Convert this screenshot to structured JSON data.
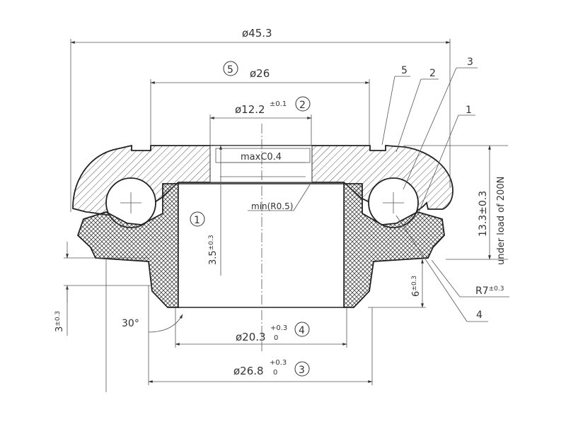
{
  "dimensions": {
    "outer_dia": "ø45.3",
    "bearing_dia": "ø26",
    "bore_dia": "ø12.2",
    "bore_tol": "±0.1",
    "chamfer": "maxC0.4",
    "fillet": "min(R0.5)",
    "height_side": "3.5",
    "height_side_tol": "±0.3",
    "height_main": "13.3±0.3",
    "load_note": "under load of 200N",
    "depth": "6",
    "depth_tol": "±0.3",
    "radius": "R7",
    "radius_tol": "±0.3",
    "step": "3",
    "step_tol": "±0.3",
    "angle": "30°",
    "inner_dia": "ø20.3",
    "inner_tol_upper": "+0.3",
    "inner_tol_lower": "0",
    "base_dia": "ø26.8",
    "base_tol_upper": "+0.3",
    "base_tol_lower": "0"
  },
  "circled_refs": {
    "r1": "1",
    "r2": "2",
    "r3": "3",
    "r4": "4",
    "r5": "5"
  },
  "part_labels": {
    "p1": "1",
    "p2": "2",
    "p3": "3",
    "p4": "4",
    "p5": "5"
  },
  "colors": {
    "line": "#333333",
    "background": "#ffffff"
  }
}
